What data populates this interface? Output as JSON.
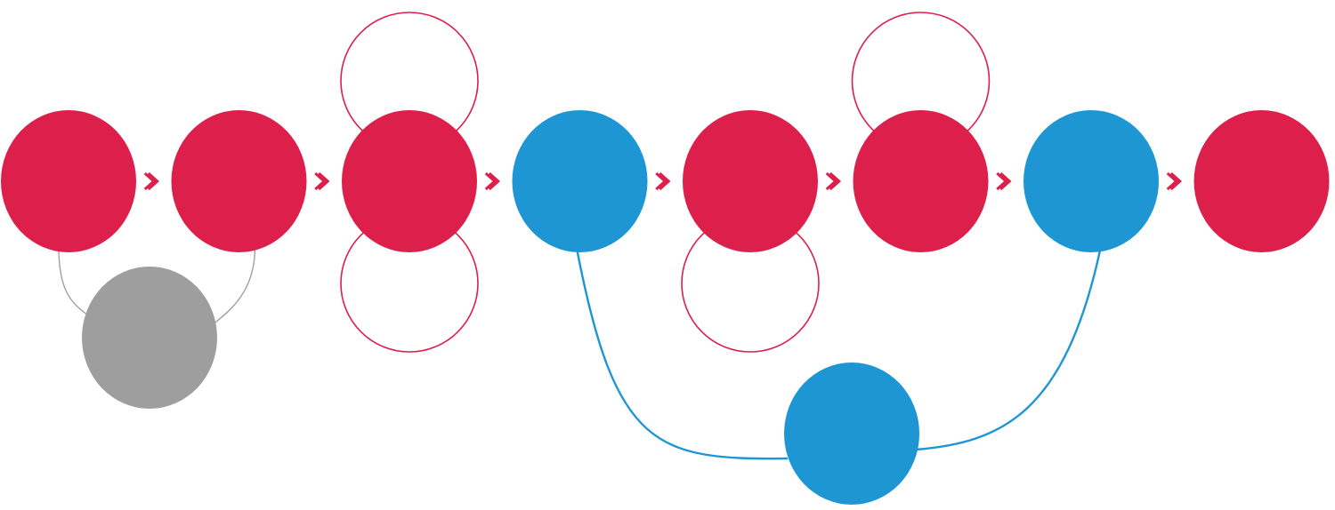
{
  "colors": {
    "red": "#DC1F4B",
    "blue": "#1E96D4",
    "gray": "#9E9E9E",
    "gray_connector": "#A0A0A0",
    "background": "#FFFFFF"
  },
  "diagram": {
    "main_sequence": [
      {
        "id": "n1",
        "color": "red"
      },
      {
        "id": "n2",
        "color": "red"
      },
      {
        "id": "n3",
        "color": "red"
      },
      {
        "id": "n4",
        "color": "blue"
      },
      {
        "id": "n5",
        "color": "red"
      },
      {
        "id": "n6",
        "color": "red"
      },
      {
        "id": "n7",
        "color": "blue"
      },
      {
        "id": "n8",
        "color": "red"
      }
    ],
    "sequence_arrows": [
      {
        "from": "n1",
        "to": "n2",
        "icon": "chevron-right-icon"
      },
      {
        "from": "n2",
        "to": "n3",
        "icon": "chevron-right-icon"
      },
      {
        "from": "n3",
        "to": "n4",
        "icon": "chevron-right-icon"
      },
      {
        "from": "n4",
        "to": "n5",
        "icon": "chevron-right-icon"
      },
      {
        "from": "n5",
        "to": "n6",
        "icon": "chevron-right-icon"
      },
      {
        "from": "n6",
        "to": "n7",
        "icon": "chevron-right-icon"
      },
      {
        "from": "n7",
        "to": "n8",
        "icon": "chevron-right-icon"
      }
    ],
    "branch_nodes": [
      {
        "id": "g1",
        "color": "gray",
        "links": [
          "n1",
          "n2"
        ]
      },
      {
        "id": "b1",
        "color": "blue",
        "links": [
          "n4",
          "n7"
        ]
      }
    ],
    "outline_loops": [
      {
        "attached_to": "n3",
        "side": "top"
      },
      {
        "attached_to": "n3",
        "side": "bottom"
      },
      {
        "attached_to": "n5",
        "side": "bottom"
      },
      {
        "attached_to": "n6",
        "side": "top"
      }
    ]
  }
}
